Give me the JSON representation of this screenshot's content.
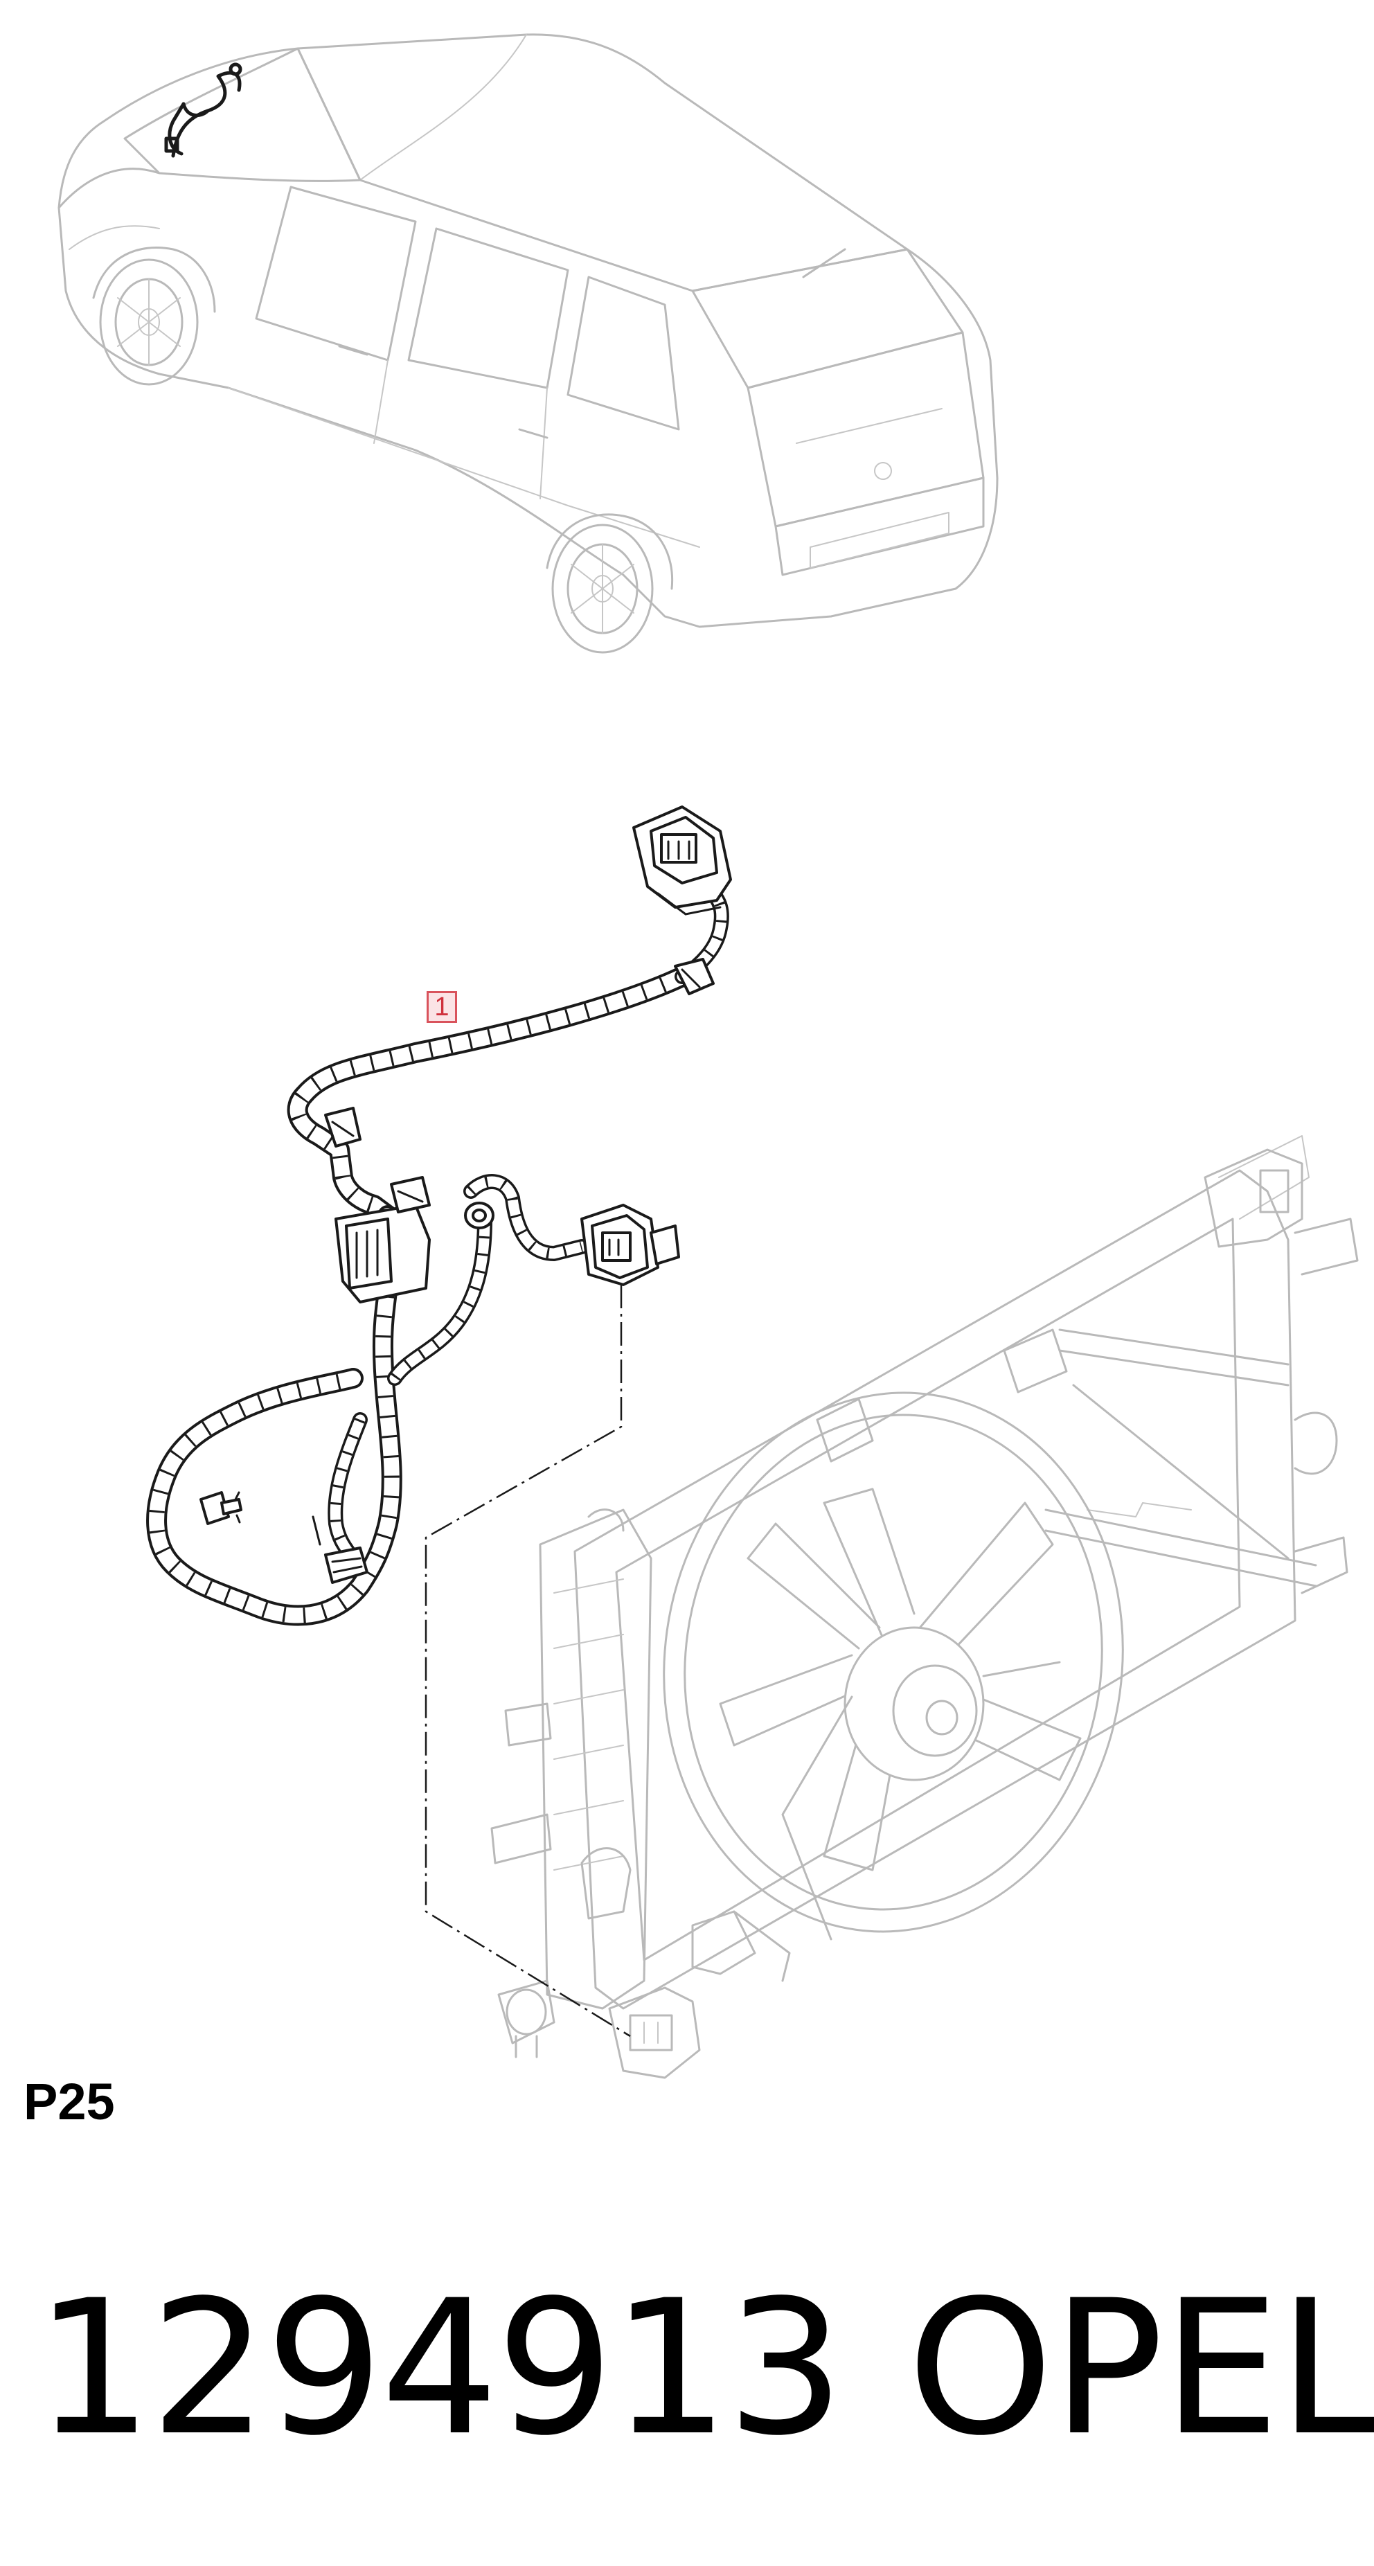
{
  "diagram": {
    "callout_label": "1",
    "page_code": "P25",
    "part_number": "1294913",
    "brand": "OPEL"
  },
  "colors": {
    "ghost_line": "#b9b9b9",
    "harness_line": "#1a1a1a",
    "callout_border": "#d9535c",
    "callout_fill": "#fbe3e5",
    "callout_text": "#d0303c"
  }
}
